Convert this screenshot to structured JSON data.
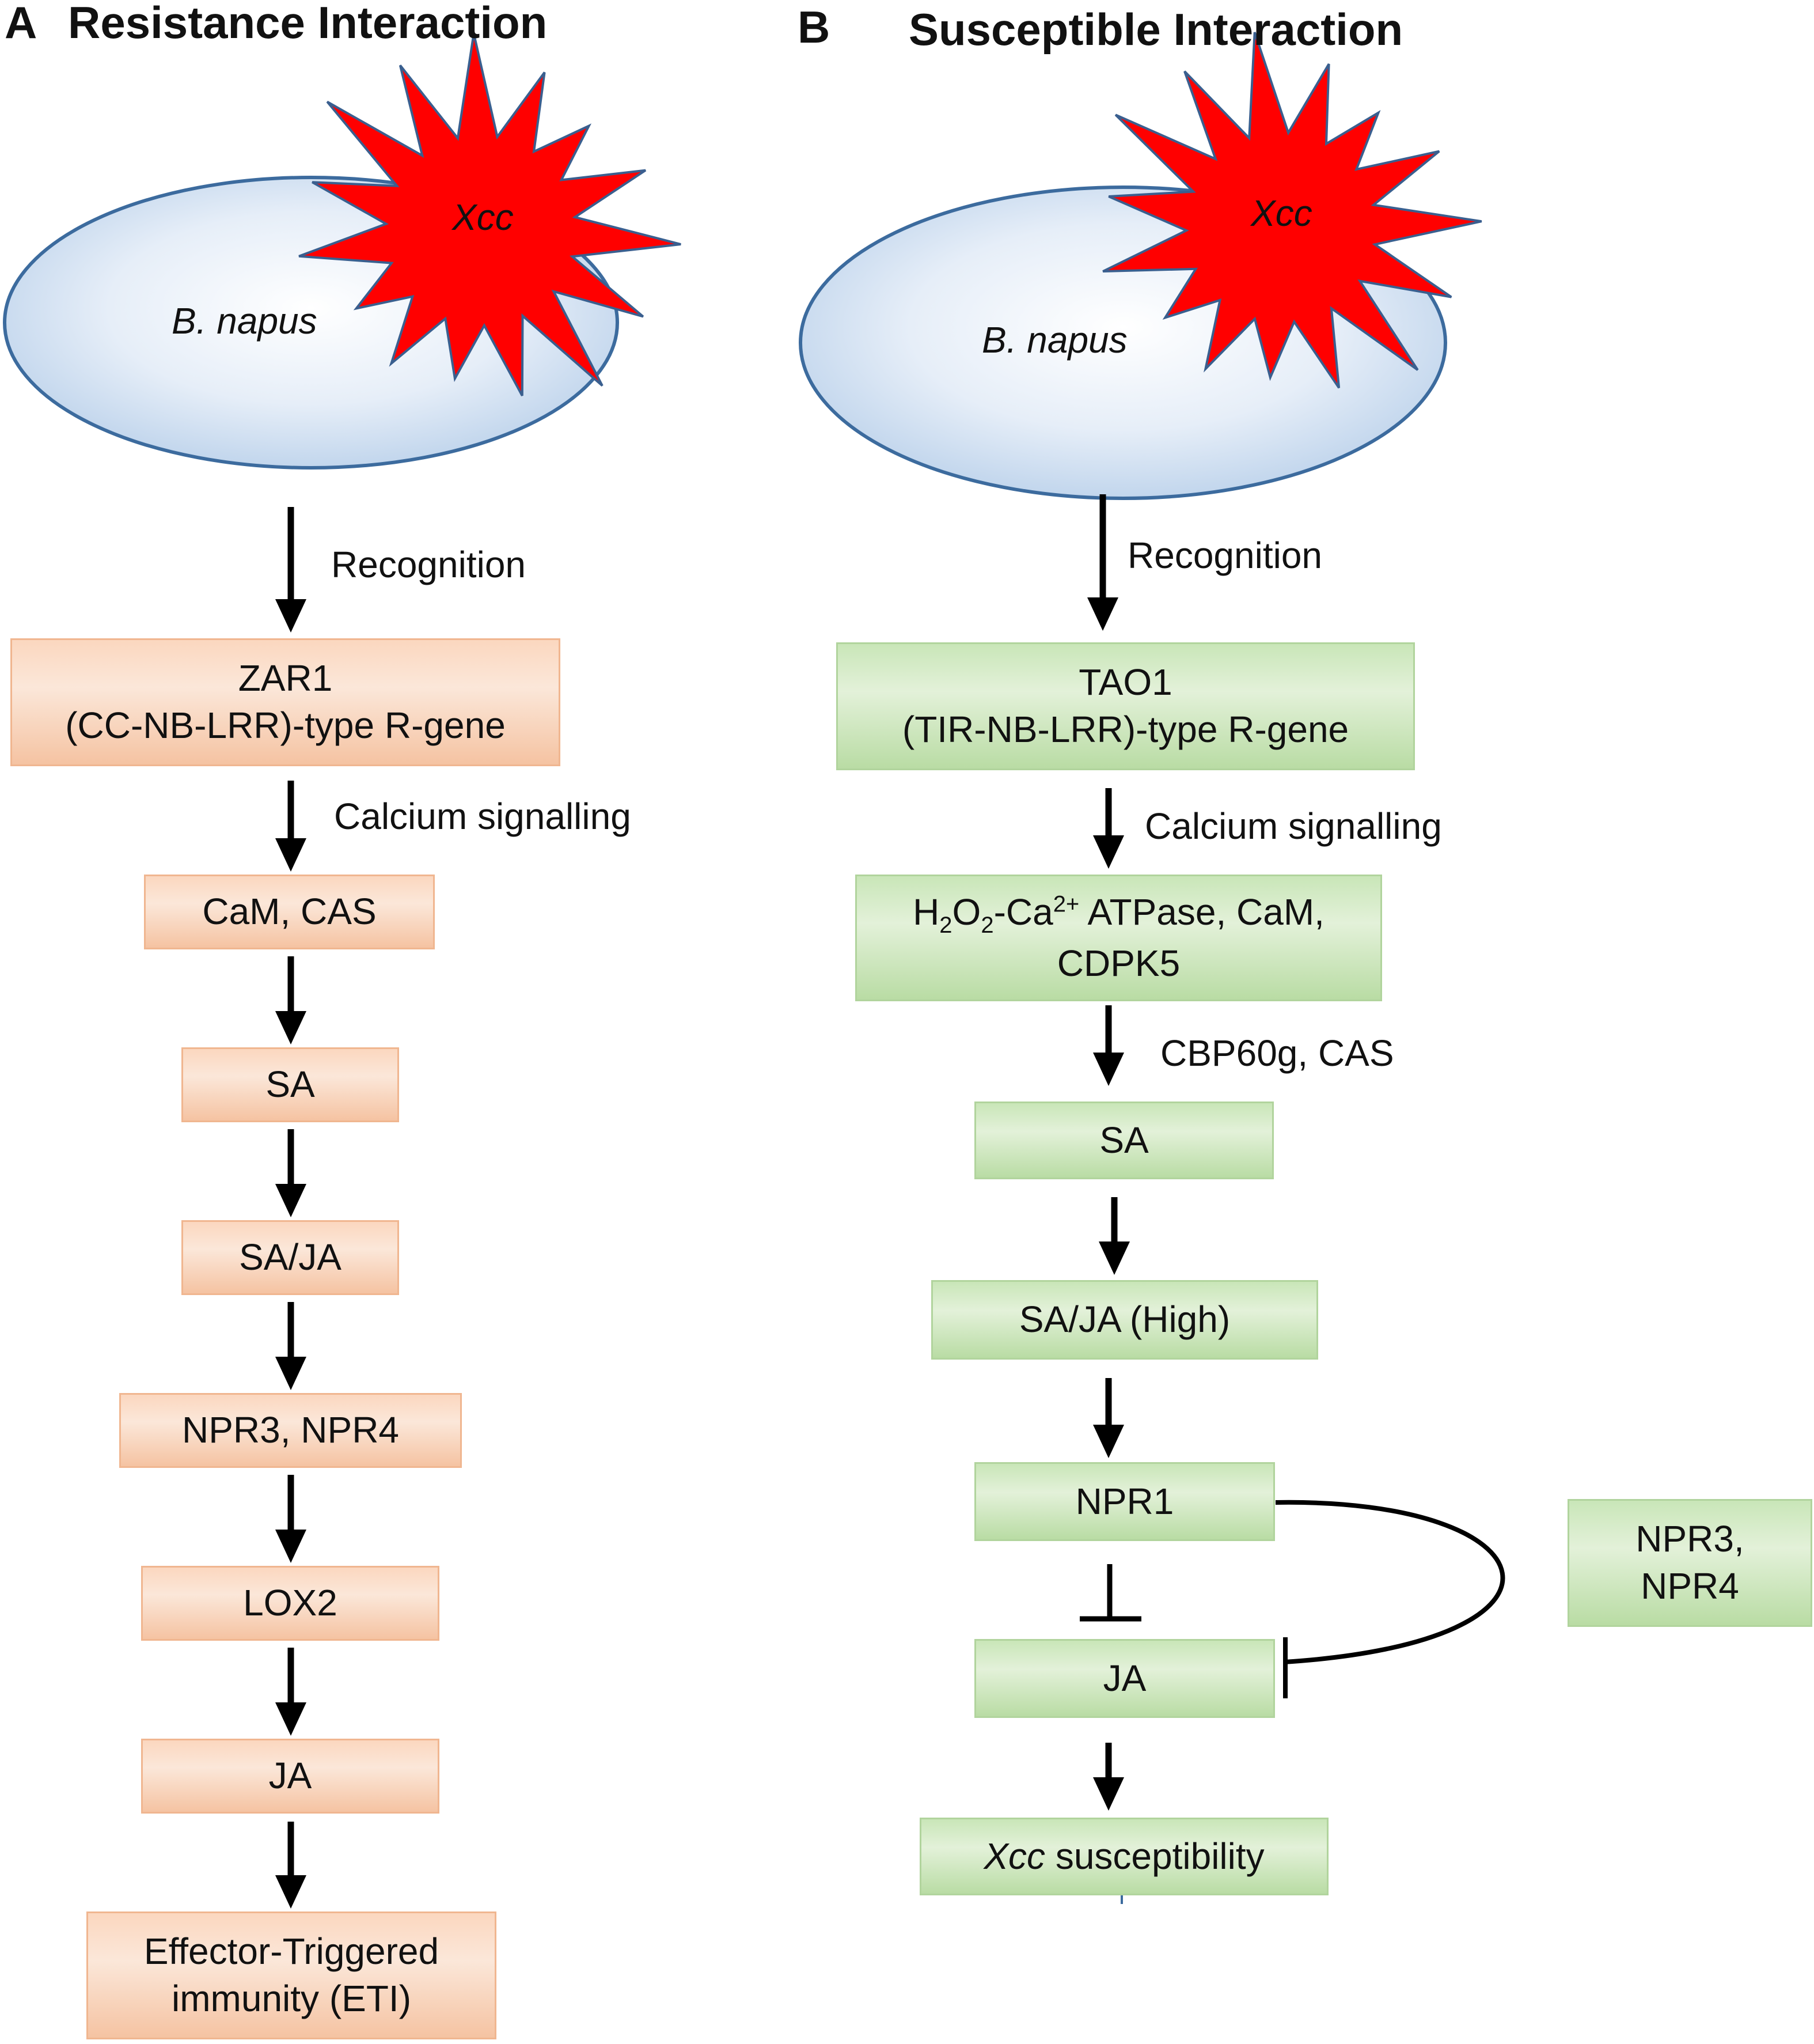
{
  "panel_a": {
    "letter": "A",
    "title": "Resistance Interaction",
    "cell_label": "B. napus",
    "pathogen_label": "Xcc",
    "recognition_label": "Recognition",
    "calcium_label": "Calcium signalling",
    "boxes": {
      "zar1_line1": "ZAR1",
      "zar1_line2": "(CC-NB-LRR)-type R-gene",
      "cam_cas": "CaM, CAS",
      "sa": "SA",
      "sa_ja": "SA/JA",
      "npr3_npr4": "NPR3, NPR4",
      "lox2": "LOX2",
      "ja": "JA",
      "eti_line1": "Effector-Triggered",
      "eti_line2": "immunity (ETI)"
    }
  },
  "panel_b": {
    "letter": "B",
    "title": "Susceptible Interaction",
    "cell_label": "B. napus",
    "pathogen_label": "Xcc",
    "recognition_label": "Recognition",
    "calcium_label": "Calcium signalling",
    "cbp_label": "CBP60g, CAS",
    "boxes": {
      "tao1_line1": "TAO1",
      "tao1_line2": "(TIR-NB-LRR)-type R-gene",
      "h2o2_line1_prefix": "H",
      "h2o2_sub1": "2",
      "h2o2_mid": "O",
      "h2o2_sub2": "2",
      "h2o2_ca": "-Ca",
      "h2o2_sup": "2+",
      "h2o2_rest": " ATPase, CaM,",
      "h2o2_line2": "CDPK5",
      "sa": "SA",
      "sa_ja_high": "SA/JA (High)",
      "npr1": "NPR1",
      "npr3_npr4_line1": "NPR3,",
      "npr3_npr4_line2": "NPR4",
      "ja": "JA",
      "xcc_italic": "Xcc",
      "susceptibility": " susceptibility"
    }
  },
  "colors": {
    "orange_box": "#fbdcc6",
    "green_box": "#d6ecc8",
    "cell_fill": "#dce8f5",
    "cell_stroke": "#3c6b9e",
    "pathogen_fill": "#ff0000",
    "arrow": "#000000"
  }
}
